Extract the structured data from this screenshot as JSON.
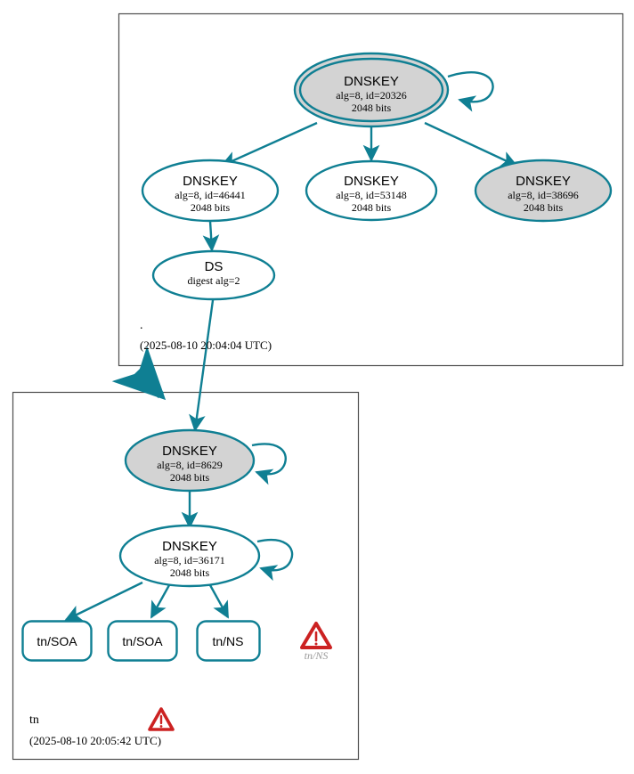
{
  "diagram": {
    "type": "dnssec-authentication-chain",
    "colors": {
      "edge": "#0f7f93",
      "node_stroke": "#0f7f93",
      "secure_fill": "#d3d3d3",
      "insecure_fill": "#ffffff",
      "zone_border": "#4d4d4d",
      "error": "#cc2222",
      "error_label": "#999999",
      "text": "#000000"
    }
  },
  "zones": [
    {
      "id": "root",
      "name": ".",
      "timestamp": "(2025-08-10 20:04:04 UTC)",
      "nodes": [
        {
          "id": "ksk-20326",
          "shape": "double-ellipse",
          "fill": "secure",
          "title": "DNSKEY",
          "line2": "alg=8, id=20326",
          "line3": "2048 bits",
          "self_signed": true
        },
        {
          "id": "zsk-46441",
          "shape": "ellipse",
          "fill": "insecure",
          "title": "DNSKEY",
          "line2": "alg=8, id=46441",
          "line3": "2048 bits",
          "self_signed": false
        },
        {
          "id": "zsk-53148",
          "shape": "ellipse",
          "fill": "insecure",
          "title": "DNSKEY",
          "line2": "alg=8, id=53148",
          "line3": "2048 bits",
          "self_signed": false
        },
        {
          "id": "zsk-38696",
          "shape": "ellipse",
          "fill": "secure",
          "title": "DNSKEY",
          "line2": "alg=8, id=38696",
          "line3": "2048 bits",
          "self_signed": false
        },
        {
          "id": "ds-2",
          "shape": "ellipse",
          "fill": "insecure",
          "title": "DS",
          "line2": "digest alg=2",
          "line3": "",
          "self_signed": false
        }
      ],
      "warning": null
    },
    {
      "id": "tn",
      "name": "tn",
      "timestamp": "(2025-08-10 20:05:42 UTC)",
      "nodes": [
        {
          "id": "ksk-8629",
          "shape": "ellipse",
          "fill": "secure",
          "title": "DNSKEY",
          "line2": "alg=8, id=8629",
          "line3": "2048 bits",
          "self_signed": true
        },
        {
          "id": "zsk-36171",
          "shape": "ellipse",
          "fill": "insecure",
          "title": "DNSKEY",
          "line2": "alg=8, id=36171",
          "line3": "2048 bits",
          "self_signed": true
        }
      ],
      "rrsets": [
        {
          "id": "rrset-soa-1",
          "label": "tn/SOA"
        },
        {
          "id": "rrset-soa-2",
          "label": "tn/SOA"
        },
        {
          "id": "rrset-ns",
          "label": "tn/NS"
        }
      ],
      "error_node": {
        "id": "error-tn-ns",
        "label": "tn/NS",
        "icon": "warning-triangle-icon"
      },
      "warning": {
        "id": "zone-warning-tn",
        "icon": "warning-triangle-icon"
      }
    }
  ],
  "edges": [
    {
      "from": "ksk-20326",
      "to": "ksk-20326",
      "kind": "self-loop"
    },
    {
      "from": "ksk-20326",
      "to": "zsk-46441",
      "kind": "signs"
    },
    {
      "from": "ksk-20326",
      "to": "zsk-53148",
      "kind": "signs"
    },
    {
      "from": "ksk-20326",
      "to": "zsk-38696",
      "kind": "signs"
    },
    {
      "from": "zsk-46441",
      "to": "ds-2",
      "kind": "signs"
    },
    {
      "from": "ds-2",
      "to": "ksk-8629",
      "kind": "delegation"
    },
    {
      "from": "root",
      "to": "tn",
      "kind": "zone-delegation"
    },
    {
      "from": "ksk-8629",
      "to": "ksk-8629",
      "kind": "self-loop"
    },
    {
      "from": "ksk-8629",
      "to": "zsk-36171",
      "kind": "signs"
    },
    {
      "from": "zsk-36171",
      "to": "zsk-36171",
      "kind": "self-loop"
    },
    {
      "from": "zsk-36171",
      "to": "rrset-soa-1",
      "kind": "signs"
    },
    {
      "from": "zsk-36171",
      "to": "rrset-soa-2",
      "kind": "signs"
    },
    {
      "from": "zsk-36171",
      "to": "rrset-ns",
      "kind": "signs"
    }
  ]
}
